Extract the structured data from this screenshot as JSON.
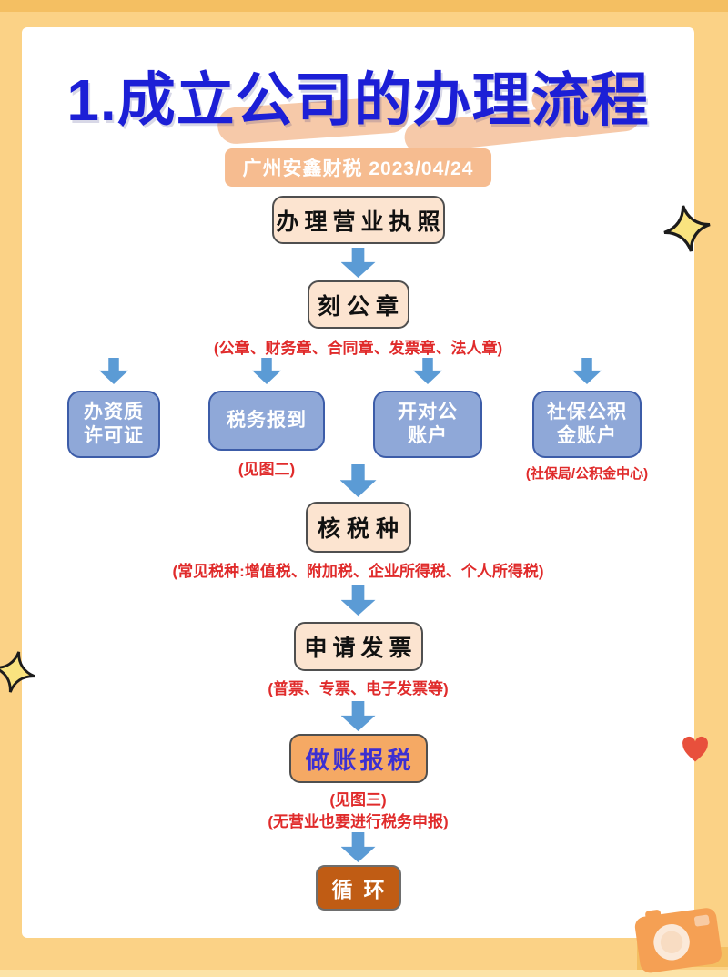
{
  "header": {
    "title": "1.成立公司的办理流程",
    "badge": "广州安鑫财税 2023/04/24"
  },
  "flow": {
    "step_license": {
      "label": "办理营业执照"
    },
    "step_seal": {
      "label": "刻公章",
      "note": "(公章、财务章、合同章、发票章、法人章)"
    },
    "branches": [
      {
        "line1": "办资质",
        "line2": "许可证",
        "note": ""
      },
      {
        "line1": "税务报到",
        "line2": "",
        "note": "(见图二)"
      },
      {
        "line1": "开对公",
        "line2": "账户",
        "note": ""
      },
      {
        "line1": "社保公积",
        "line2": "金账户",
        "note": "(社保局/公积金中心)"
      }
    ],
    "step_tax_type": {
      "label": "核税种",
      "note": "(常见税种:增值税、附加税、企业所得税、个人所得税)"
    },
    "step_invoice": {
      "label": "申请发票",
      "note": "(普票、专票、电子发票等)"
    },
    "step_bookkeeping": {
      "label": "做账报税",
      "note1": "(见图三)",
      "note2": "(无营业也要进行税务申报)"
    },
    "step_loop": {
      "label": "循环"
    }
  },
  "colors": {
    "background_yellow": "#fbd286",
    "dark_yellow": "#f4bf62",
    "title_blue": "#1c1fd6",
    "badge_peach": "#f6bc90",
    "peach_box_fill": "#fce4d0",
    "blue_box_fill": "#8fa8d8",
    "orange_box_fill": "#f5a964",
    "loop_box_fill": "#c05c14",
    "bookkeeping_text_blue": "#3c2fd2",
    "arrow_blue": "#5b9bd5",
    "note_red": "#e02b2b"
  },
  "icons": {
    "sparkle_top_right": "four-point-sparkle",
    "sparkle_bottom_left": "four-point-sparkle",
    "heart_right": "heart",
    "camera_bottom_right": "camera"
  }
}
